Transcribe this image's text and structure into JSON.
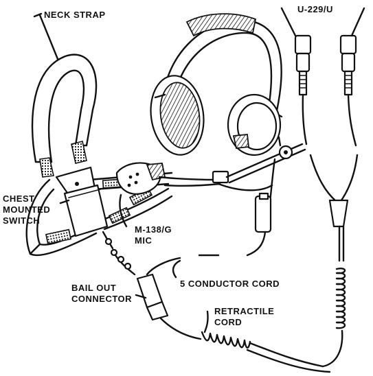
{
  "labels": {
    "neck_strap": "NECK STRAP",
    "connector_model": "U-229/U",
    "chest_switch_line1": "CHEST",
    "chest_switch_line2": "MOUNTED",
    "chest_switch_line3": "SWITCH",
    "mic_line1": "M-138/G",
    "mic_line2": "MIC",
    "conductor_cord": "5 CONDUCTOR CORD",
    "bail_out_line1": "BAIL OUT",
    "bail_out_line2": "CONNECTOR",
    "retractile_line1": "RETRACTILE",
    "retractile_line2": "CORD"
  }
}
